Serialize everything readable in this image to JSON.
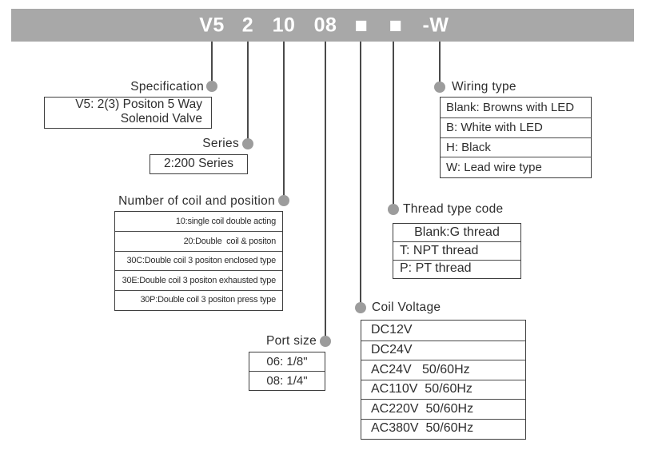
{
  "code_bar": {
    "segments": [
      "V5",
      "2",
      "10",
      "08",
      "■",
      "■",
      "-W"
    ],
    "background": "#a8a8a8",
    "text_color": "#ffffff"
  },
  "sections": {
    "specification": {
      "label": "Specification",
      "rows": [
        "V5: 2(3) Positon 5 Way",
        "Solenoid Valve"
      ]
    },
    "series": {
      "label": "Series",
      "rows": [
        "2:200 Series"
      ]
    },
    "coil_position": {
      "label": "Number of coil and position",
      "rows": [
        "10:single coil double acting",
        "20:Double  coil & positon",
        "30C:Double coil 3 positon enclosed type",
        "30E:Double coil 3 positon exhausted type",
        "30P:Double coil 3 positon press type"
      ]
    },
    "port_size": {
      "label": "Port size",
      "rows": [
        "06: 1/8\"",
        "08: 1/4\""
      ]
    },
    "coil_voltage": {
      "label": "Coil Voltage",
      "rows": [
        "DC12V",
        "DC24V",
        "AC24V   50/60Hz",
        "AC110V  50/60Hz",
        "AC220V  50/60Hz",
        "AC380V  50/60Hz"
      ]
    },
    "thread_type": {
      "label": "Thread type code",
      "rows": [
        "Blank:G thread",
        "T: NPT thread",
        "P: PT thread"
      ]
    },
    "wiring_type": {
      "label": "Wiring type",
      "rows": [
        "Blank: Browns with LED",
        "B: White with LED",
        "H: Black",
        "W: Lead wire type"
      ]
    }
  },
  "colors": {
    "bar_background": "#a8a8a8",
    "bar_text": "#ffffff",
    "leader_line": "#4a4a4a",
    "leader_dot": "#9c9c9c",
    "box_border": "#3e3e3e",
    "text": "#2e2e2e",
    "page_background": "#ffffff"
  }
}
